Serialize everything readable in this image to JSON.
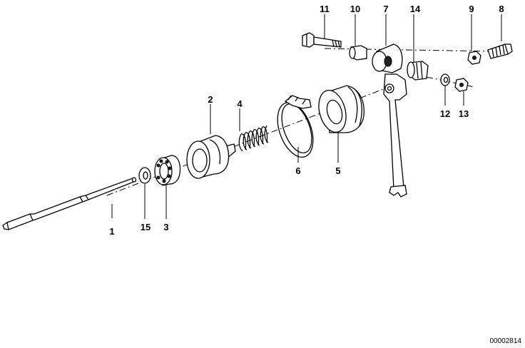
{
  "part_labels": {
    "p1": "1",
    "p2": "2",
    "p3": "3",
    "p4": "4",
    "p5": "5",
    "p6": "6",
    "p7": "7",
    "p8": "8",
    "p9": "9",
    "p10": "10",
    "p11": "11",
    "p12": "12",
    "p13": "13",
    "p14": "14",
    "p15": "15"
  },
  "document_id": "00002814"
}
